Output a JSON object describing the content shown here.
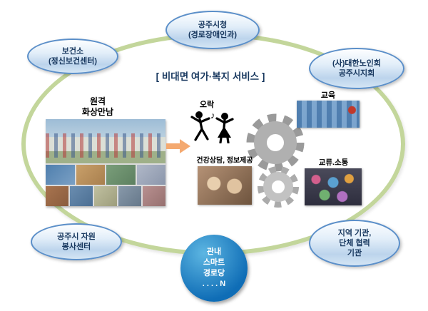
{
  "title": "[ 비대면 여가·복지 서비스 ]",
  "colors": {
    "ring": "#c3d69b",
    "node_border": "#5b8fc9",
    "node_text": "#17375e",
    "center_node_top": "#5db6e2",
    "center_node_bottom": "#0f6db6",
    "arrow": "#f4a970"
  },
  "nodes": {
    "health_center": "보건소\n(정신보건센터)",
    "city_hall": "공주시청\n(경로장애인과)",
    "senior_assoc": "(사)대한노인회\n공주시지회",
    "volunteer_center": "공주시 자원\n봉사센터",
    "partner_orgs": "지역 기관,\n단체 협력\n기관",
    "smart_centers": "관내\n스마트\n경로당\n. . . . N"
  },
  "inner": {
    "remote_meeting_label": "원격\n화상만남",
    "entertainment_label": "오락",
    "education_label": "교육",
    "health_consult_label": "건강상담, 정보제공",
    "exchange_label": "교류.소통"
  },
  "icons": {
    "arrow": "arrow-right-icon",
    "dancing": "dancing-people-icon",
    "gears": "gears-icon",
    "music_note": "♪"
  }
}
